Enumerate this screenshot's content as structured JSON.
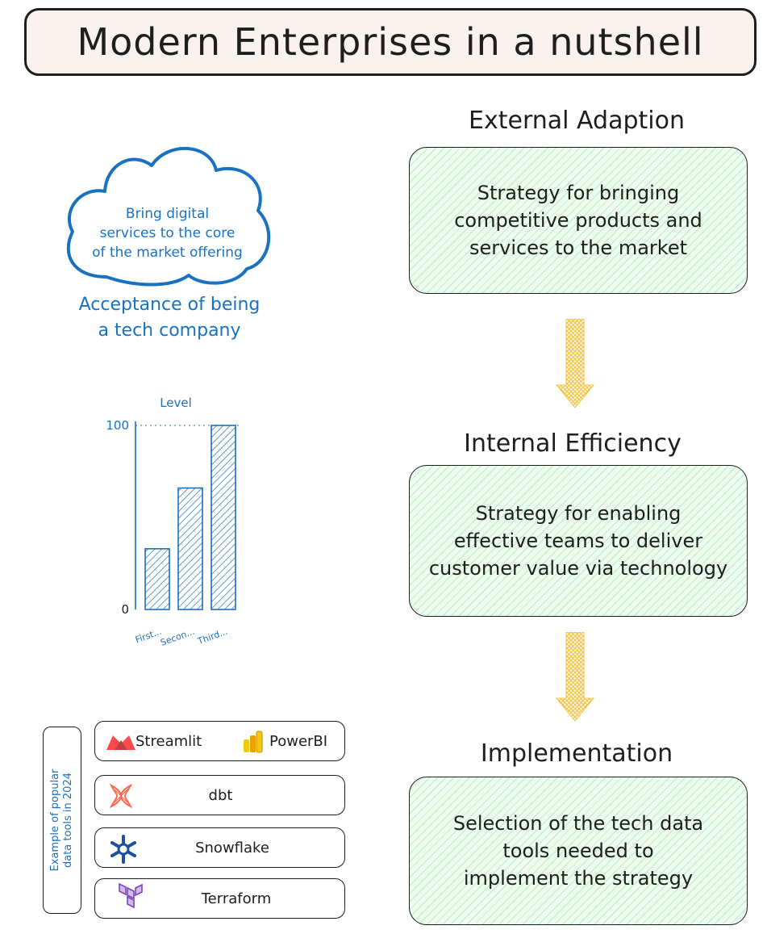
{
  "title": "Modern Enterprises in a nutshell",
  "cloud": {
    "lines": [
      "Bring digital",
      "services to the core",
      "of the market offering"
    ],
    "caption_lines": [
      "Acceptance of being",
      "a tech company"
    ]
  },
  "chart_data": {
    "type": "bar",
    "title": "Level",
    "categories": [
      "First...",
      "Secon...",
      "Third..."
    ],
    "values": [
      33,
      66,
      100
    ],
    "ylim": [
      0,
      100
    ],
    "ytick_labels": [
      "0",
      "100"
    ],
    "grid": false,
    "color": "#1971c2"
  },
  "stages": [
    {
      "heading": "External Adaption",
      "lines": [
        "Strategy for bringing",
        "competitive products and",
        "services to the market"
      ]
    },
    {
      "heading": "Internal Efficiency",
      "lines": [
        "Strategy for enabling",
        "effective teams to deliver",
        "customer value via technology"
      ]
    },
    {
      "heading": "Implementation",
      "lines": [
        "Selection of the tech data",
        "tools needed to",
        "implement the strategy"
      ]
    }
  ],
  "tools_caption_lines": [
    "Example of popular",
    "data tools in 2024"
  ],
  "tools": {
    "streamlit": "Streamlit",
    "powerbi": "PowerBI",
    "dbt": "dbt",
    "snowflake": "Snowflake",
    "terraform": "Terraform"
  },
  "colors": {
    "accent_blue": "#1971c2",
    "box_green": "#ebfbee",
    "arrow_yellow": "#f5c342",
    "title_bg": "#f8f1ee",
    "streamlit_red": "#ff4b4b",
    "powerbi_yellow": "#f2c811",
    "dbt_orange": "#ff694b",
    "snowflake_blue": "#29b5e8",
    "terraform_purple": "#7b42bc"
  }
}
